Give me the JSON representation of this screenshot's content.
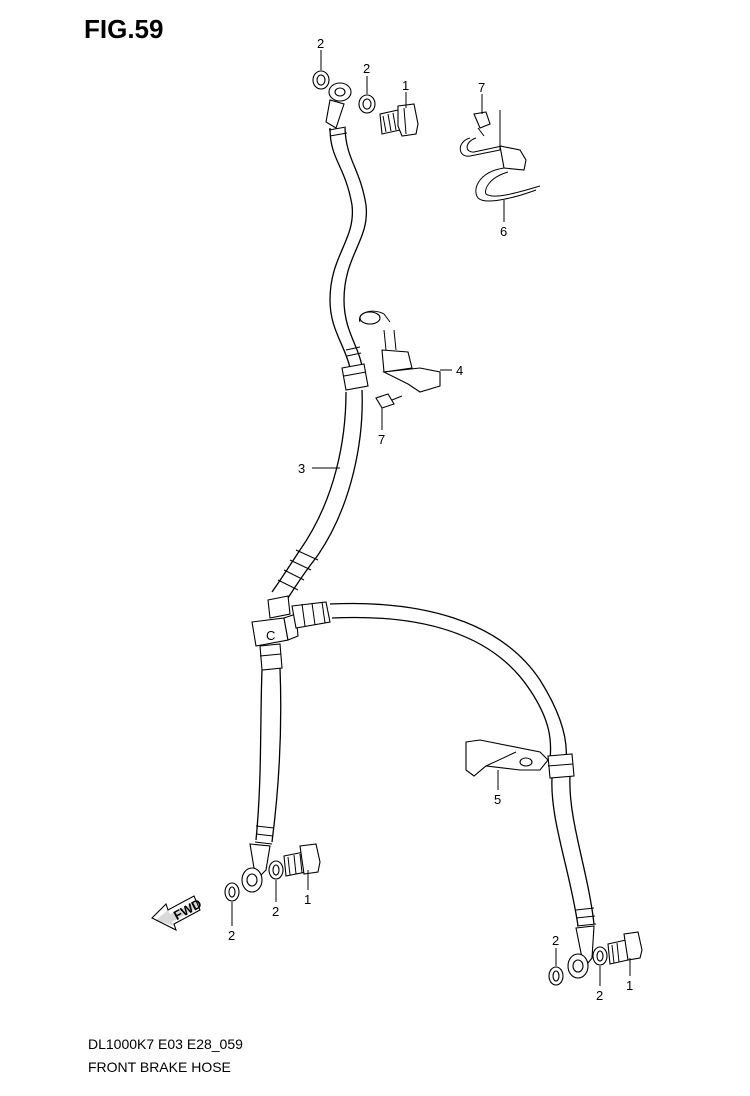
{
  "figure": {
    "title": "FIG.59",
    "code": "DL1000K7 E03 E28_059",
    "caption": "FRONT BRAKE HOSE"
  },
  "fwd_arrow": {
    "label": "FWD",
    "icon": "fwd-arrow-icon"
  },
  "junction": {
    "label": "C"
  },
  "callouts": {
    "washer_top_left": "2",
    "washer_top_mid": "2",
    "bolt_top": "1",
    "bolt_clamp_top": "7",
    "clamp_top": "6",
    "clamp_mid": "4",
    "bolt_clamp_mid": "7",
    "hose_main": "3",
    "bracket_lower": "5",
    "bolt_lower_left": "1",
    "washer_lower_left_a": "2",
    "washer_lower_left_b": "2",
    "washer_lower_right_a": "2",
    "washer_lower_right_b": "2",
    "bolt_lower_right": "1"
  }
}
